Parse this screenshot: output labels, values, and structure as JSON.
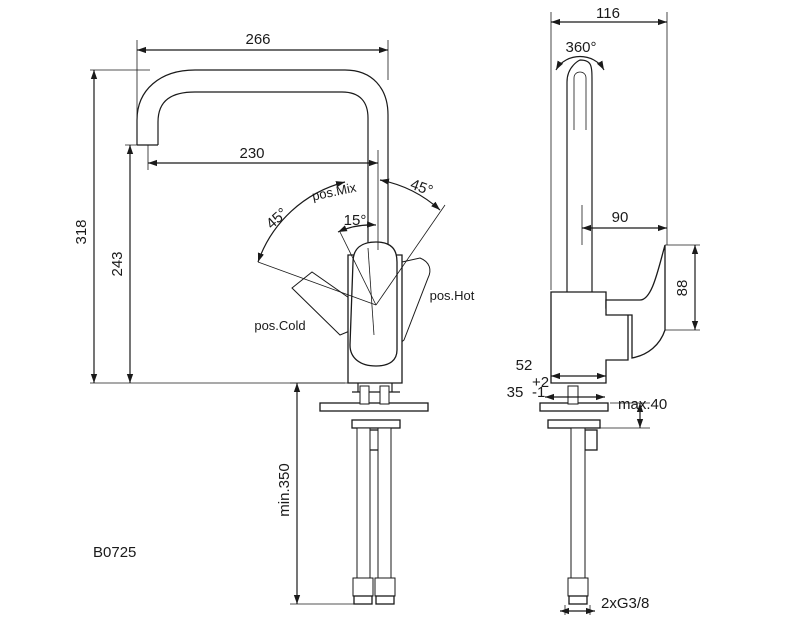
{
  "model_code": "B0725",
  "front_view": {
    "dim_width": "266",
    "dim_reach": "230",
    "dim_total_height": "318",
    "dim_spout_height": "243",
    "dim_hose_length": "min.350",
    "angle_left": "45°",
    "angle_right": "45°",
    "angle_mix": "15°",
    "label_mix": "pos.Mix",
    "label_hot": "pos.Hot",
    "label_cold": "pos.Cold"
  },
  "side_view": {
    "dim_width": "116",
    "dim_rotation": "360°",
    "dim_lever_depth": "90",
    "dim_lever_height": "88",
    "dim_base": "52",
    "dim_hole": "35",
    "dim_hole_tol_plus": "+2",
    "dim_hole_tol_minus": "-1",
    "dim_deck_thickness": "max.40",
    "dim_connection": "2xG3/8"
  }
}
